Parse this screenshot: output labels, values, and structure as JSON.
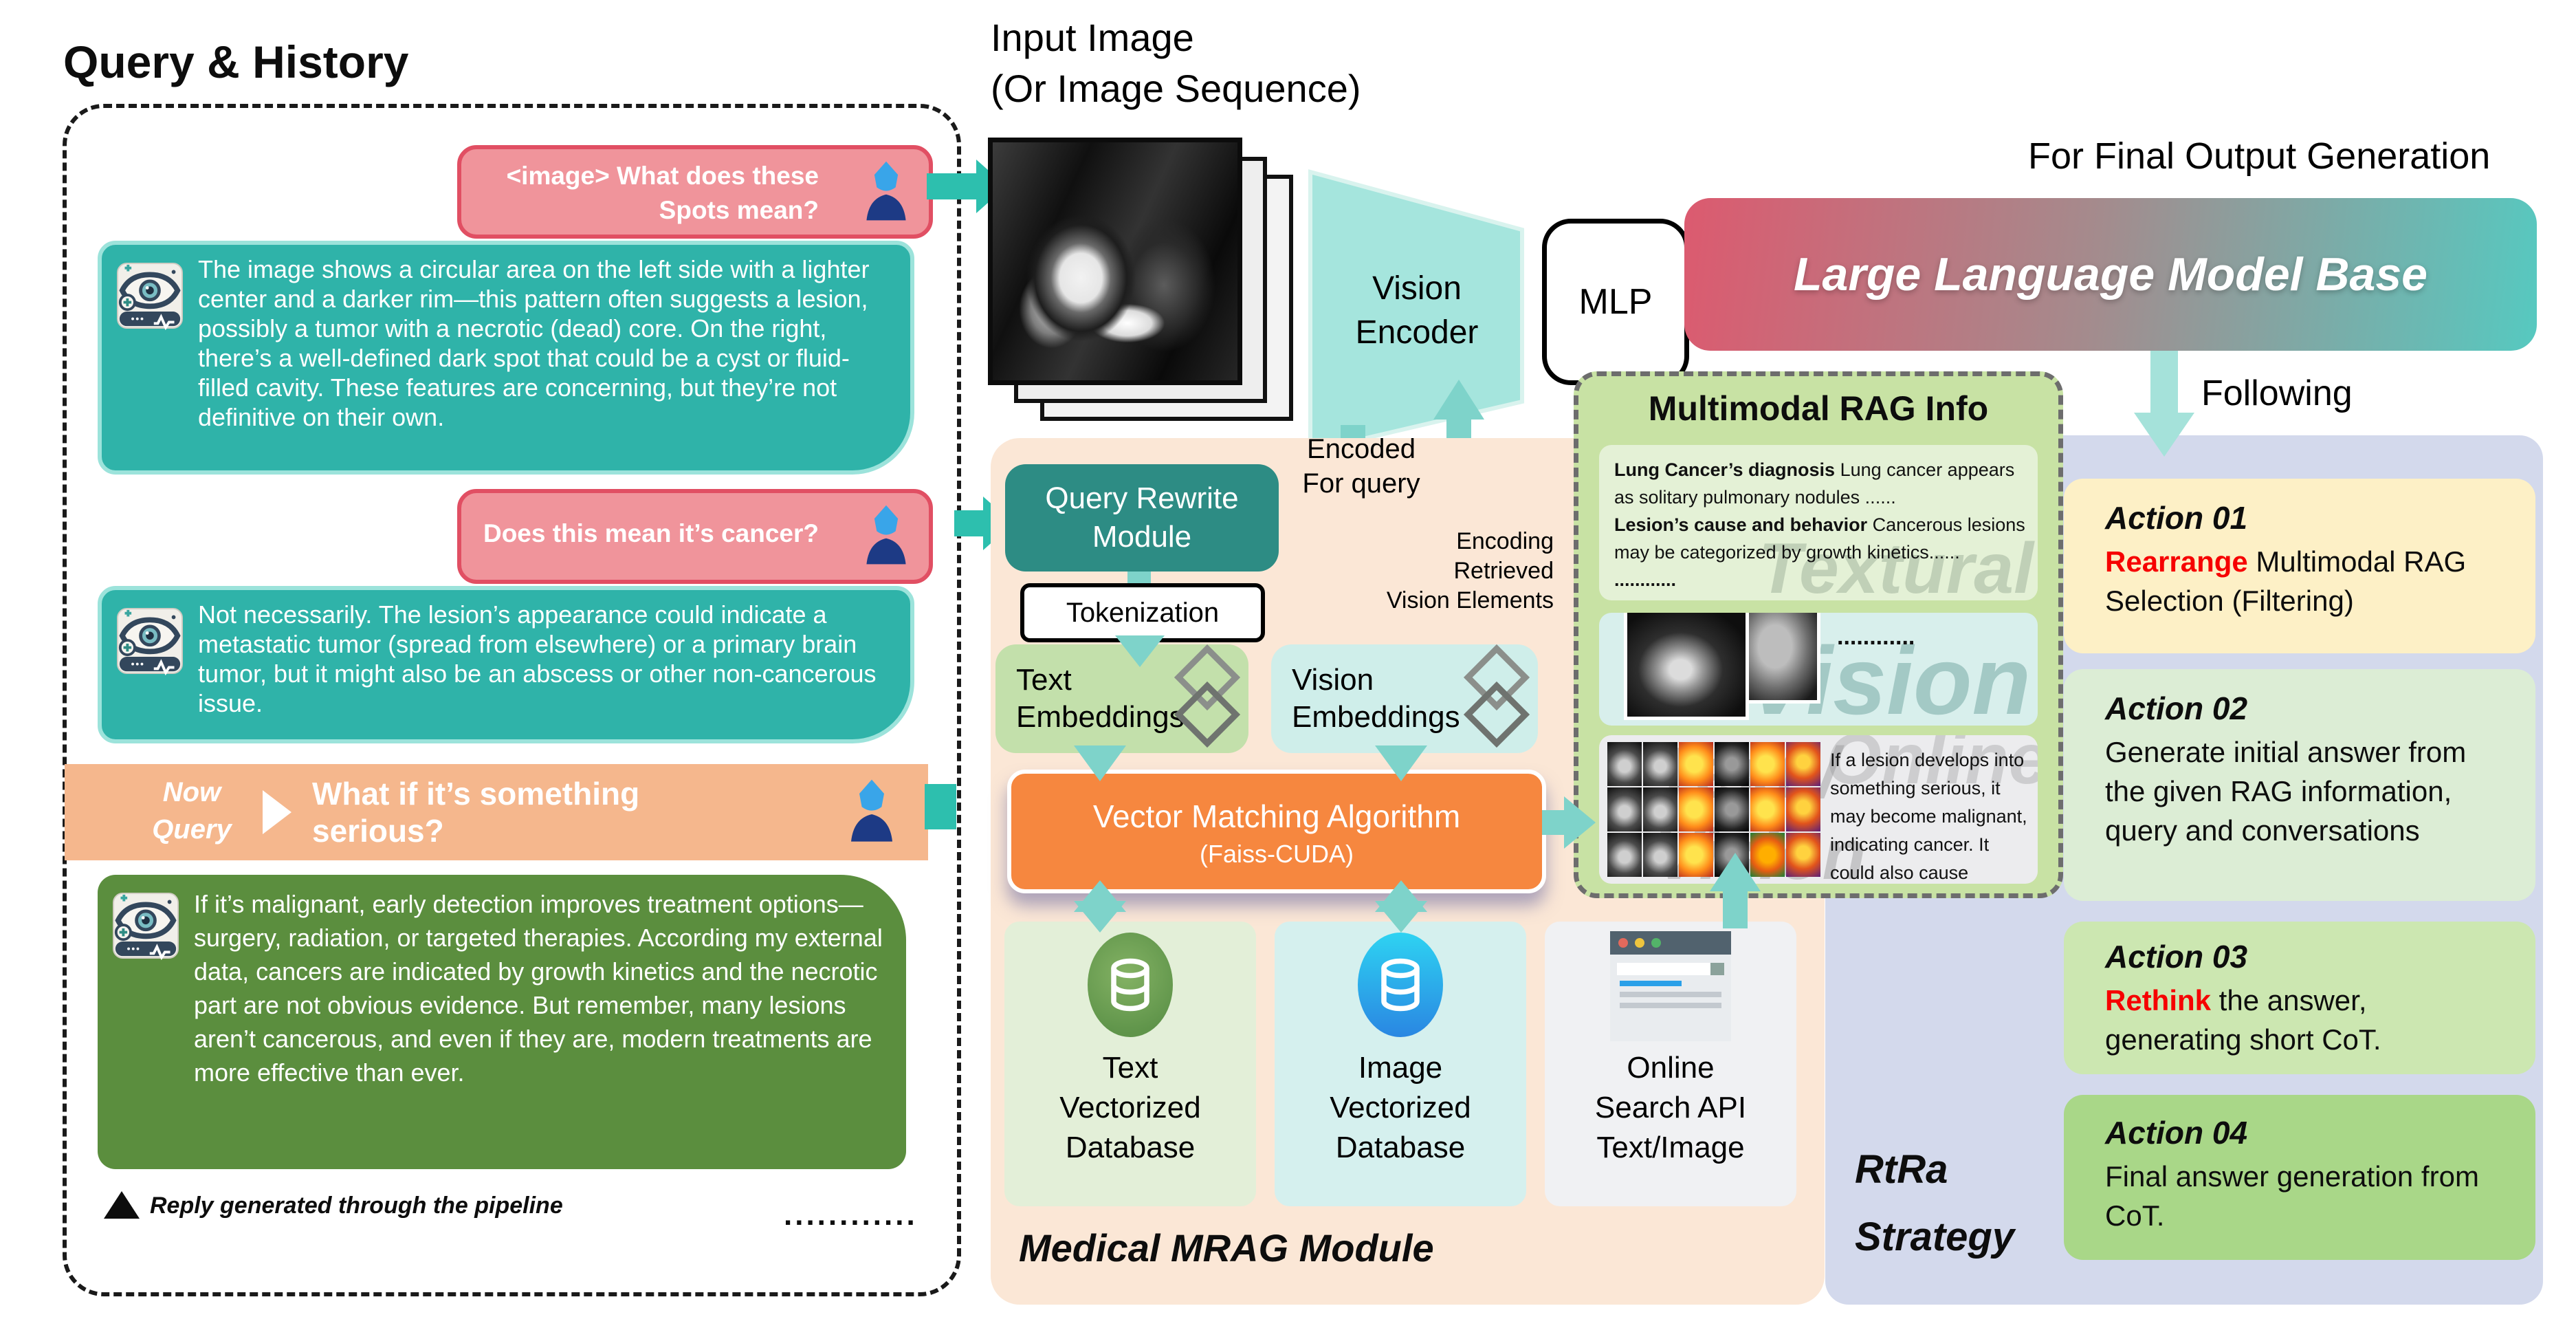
{
  "colors": {
    "user_bubble": "#f0949b",
    "user_bubble_border": "#e14f63",
    "assistant_bubble": "#2fb3a9",
    "assistant_bubble_border": "#9ce3db",
    "final_reply_bubble": "#5b8e3e",
    "now_query_bar": "#f5b78d",
    "arrow_teal": "#7ed3ca",
    "arrow_dark_teal": "#2dbfae",
    "query_rewrite_box": "#2d8c84",
    "vector_matching_box": "#f6873f",
    "mrag_panel": "#fbe7d6",
    "rag_info_box": "#c8e2a4",
    "strategy_panel": "#d3d9ec",
    "action_01": "#fdf0c6",
    "action_02": "#dcedd5",
    "action_03": "#cce7b1",
    "action_04": "#a9d788",
    "llm_gradient_left": "#dc5a6f",
    "llm_gradient_right": "#56c9c0",
    "highlight_red": "#f60000"
  },
  "chat": {
    "title": "Query & History",
    "user_query_1_line1": "<image> What does these",
    "user_query_1_line2": "Spots mean?",
    "assistant_reply_1": "The image shows a circular area on the left side with a lighter center and a darker rim—this pattern often suggests a lesion, possibly a tumor with a necrotic (dead) core. On the right, there’s a well-defined dark spot that could be a cyst or fluid-filled cavity. These features are concerning, but they’re not definitive on their own.",
    "user_query_2": "Does this mean it’s cancer?",
    "assistant_reply_2": "Not necessarily. The lesion’s appearance could indicate a metastatic tumor (spread from elsewhere) or a primary brain tumor, but it might also be an abscess or other non-cancerous issue.",
    "now_query_label_line1": "Now",
    "now_query_label_line2": "Query",
    "now_query_text": "What if it’s something serious?",
    "assistant_final_reply": "If it’s malignant, early detection improves treatment options—surgery, radiation, or targeted therapies. According my external data, cancers are indicated by growth kinetics and the necrotic part are not obvious evidence. But remember, many lesions aren’t cancerous, and even if they are, modern treatments are more effective than ever.",
    "footnote": "Reply generated through the pipeline",
    "ellipsis": "............"
  },
  "input_image": {
    "title_line1": "Input Image",
    "title_line2": "(Or Image Sequence)"
  },
  "encoder": {
    "vision_encoder_line1": "Vision",
    "vision_encoder_line2": "Encoder",
    "mlp": "MLP",
    "encoded_line1": "Encoded",
    "encoded_line2": "For query",
    "encoding_line1": "Encoding",
    "encoding_line2": "Retrieved",
    "encoding_line3": "Vision Elements"
  },
  "mrag": {
    "module_title": "Medical MRAG Module",
    "query_rewrite_line1": "Query Rewrite",
    "query_rewrite_line2": "Module",
    "tokenization": "Tokenization",
    "text_embeddings_line1": "Text",
    "text_embeddings_line2": "Embeddings",
    "vision_embeddings_line1": "Vision",
    "vision_embeddings_line2": "Embeddings",
    "vector_matching_line1": "Vector Matching Algorithm",
    "vector_matching_line2": "(Faiss-CUDA)",
    "text_db_line1": "Text",
    "text_db_line2": "Vectorized",
    "text_db_line3": "Database",
    "image_db_line1": "Image",
    "image_db_line2": "Vectorized",
    "image_db_line3": "Database",
    "online_line1": "Online",
    "online_line2": "Search API",
    "online_line3": "Text/Image"
  },
  "rag_info": {
    "title": "Multimodal RAG Info",
    "text_head_1": "Lung Cancer’s diagnosis",
    "text_body_1": "Lung cancer appears as solitary pulmonary nodules ......",
    "text_head_2": "Lesion’s cause and behavior",
    "text_body_2": "Cancerous lesions may be categorized by growth kinetics......",
    "text_dots": "............",
    "watermark_textural": "Textural",
    "vision_dots": "............",
    "watermark_vision": "Vision",
    "online_text": "If a lesion develops into something serious, it may become malignant, indicating cancer. It could also cause complications ....",
    "watermark_online": "Online",
    "watermark_text_vision": "Text / Vision"
  },
  "output": {
    "header": "For Final Output Generation",
    "llm": "Large Language Model Base",
    "following": "Following",
    "actions": [
      {
        "title": "Action 01",
        "highlight": "Rearrange",
        "rest": " Multimodal RAG Selection (Filtering)"
      },
      {
        "title": "Action 02",
        "highlight": "",
        "rest": "Generate initial answer from the given RAG information, query and conversations"
      },
      {
        "title": "Action 03",
        "highlight": "Rethink",
        "rest": " the answer, generating short CoT."
      },
      {
        "title": "Action 04",
        "highlight": "",
        "rest": "Final answer generation from CoT."
      }
    ],
    "strategy_line1": "RtRa",
    "strategy_line2": "Strategy"
  }
}
